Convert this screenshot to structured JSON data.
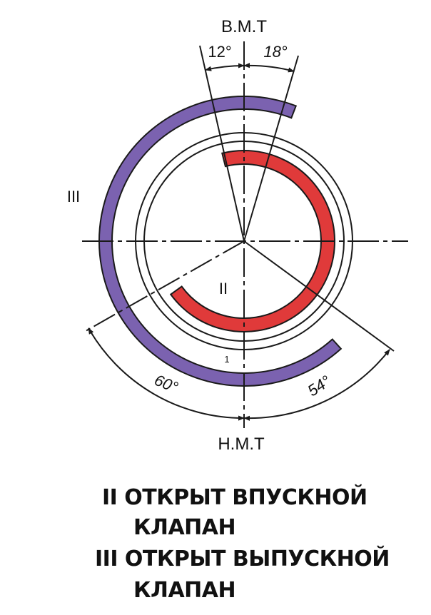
{
  "labels": {
    "tdc": "В.М.Т",
    "bdc": "Н.М.Т",
    "angle_before_tdc": "12°",
    "angle_after_tdc": "18°",
    "angle_before_bdc": "60°",
    "angle_after_bdc": "54°",
    "ring_exhaust": "III",
    "ring_intake": "II",
    "ring_outer_marker": "1"
  },
  "caption": {
    "line1": "II ОТКРЫТ ВПУСКНОЙ",
    "line2": "КЛАПАН",
    "line3": "III ОТКРЫТ ВЫПУСКНОЙ",
    "line4": "КЛАПАН"
  },
  "colors": {
    "exhaust_ring": "#7b62b0",
    "intake_ring": "#e03a3a",
    "lines": "#1a1a1a"
  }
}
